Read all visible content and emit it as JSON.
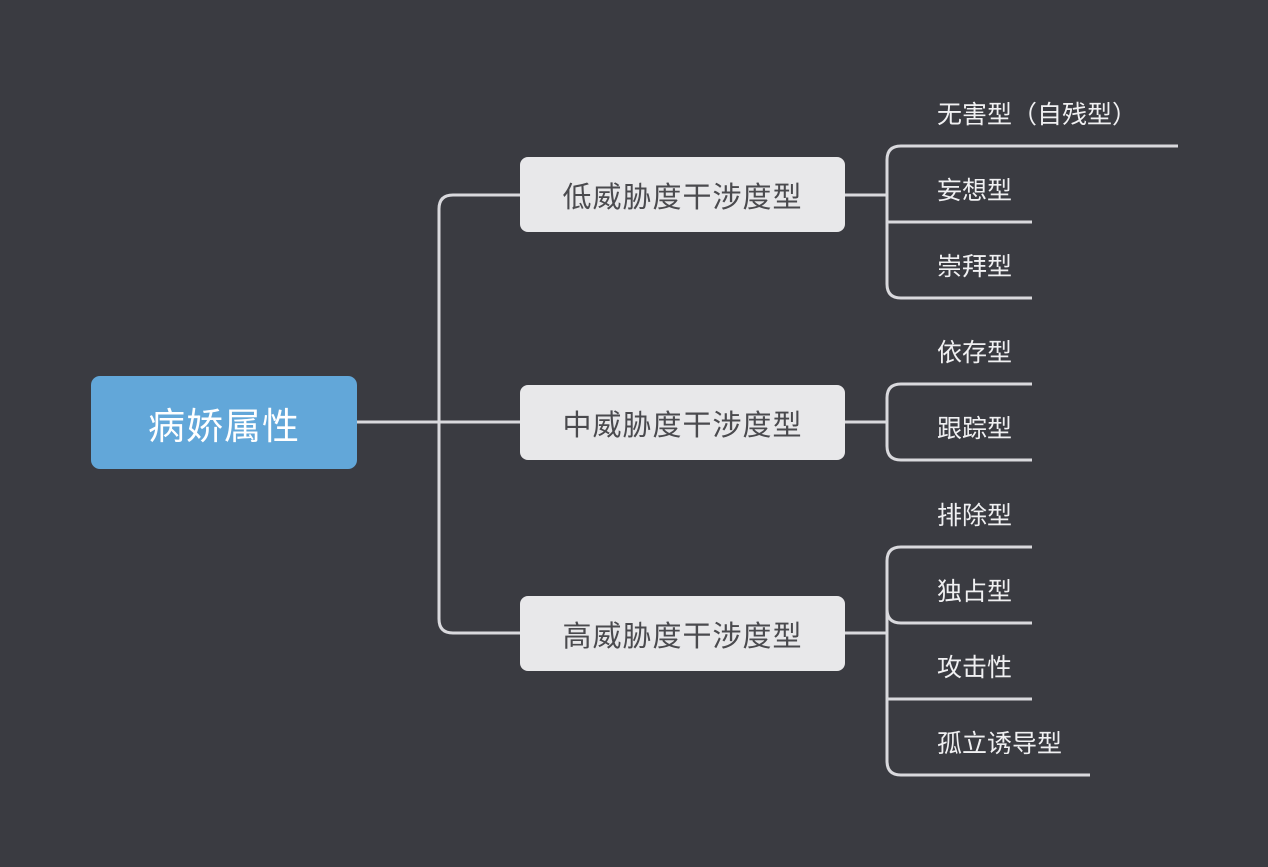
{
  "colors": {
    "background": "#3a3b41",
    "root_fill": "#62a7d9",
    "branch_fill": "#e8e8ea",
    "line": "#d9d9dd"
  },
  "root": {
    "label": "病娇属性"
  },
  "branches": [
    {
      "label": "低威胁度干涉度型",
      "children": [
        "无害型（自残型）",
        "妄想型",
        "崇拜型"
      ]
    },
    {
      "label": "中威胁度干涉度型",
      "children": [
        "依存型",
        "跟踪型"
      ]
    },
    {
      "label": "高威胁度干涉度型",
      "children": [
        "排除型",
        "独占型",
        "攻击性",
        "孤立诱导型"
      ]
    }
  ]
}
